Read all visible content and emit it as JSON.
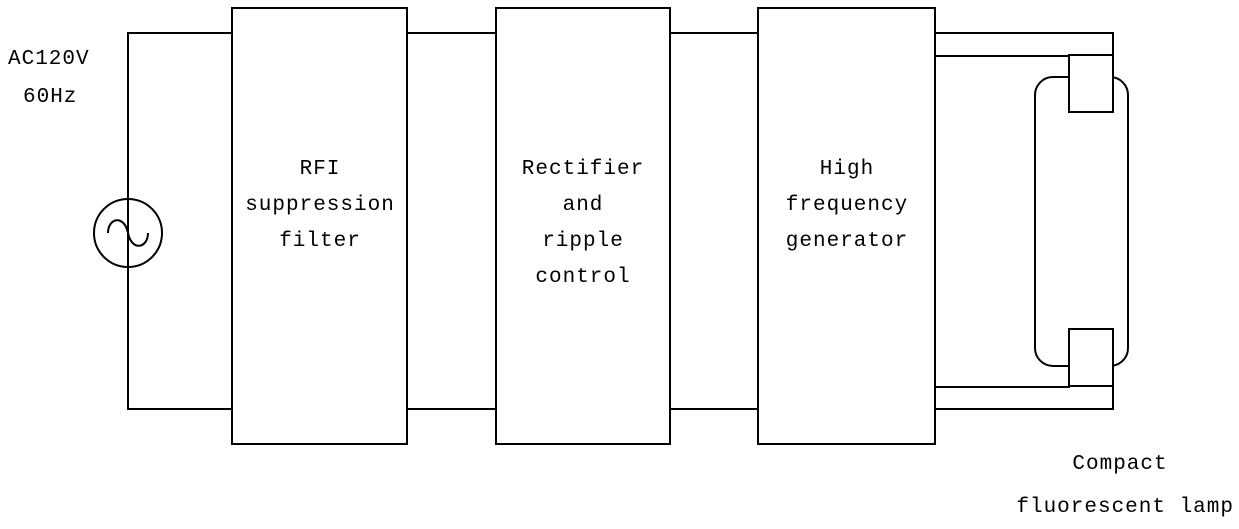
{
  "source": {
    "voltage_label": "AC120V",
    "frequency_label": "60Hz",
    "icon": "ac-source-icon"
  },
  "blocks": [
    {
      "id": "rfi",
      "lines": [
        "RFI",
        "suppression",
        "filter"
      ]
    },
    {
      "id": "rectifier",
      "lines": [
        "Rectifier",
        "and",
        "ripple",
        "control"
      ]
    },
    {
      "id": "generator",
      "lines": [
        "High",
        "frequency",
        "generator"
      ]
    }
  ],
  "lamp": {
    "lines": [
      "Compact",
      "fluorescent lamp"
    ],
    "icon": "fluorescent-lamp-icon"
  },
  "colors": {
    "line": "#000000",
    "background": "#ffffff"
  }
}
